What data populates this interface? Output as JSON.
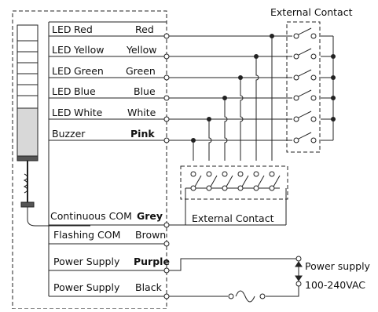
{
  "header": {
    "external_contact_top": "External Contact"
  },
  "rows": [
    {
      "left": "LED",
      "left2": "Red",
      "wire": "Red"
    },
    {
      "left": "LED",
      "left2": "Yellow",
      "wire": "Yellow"
    },
    {
      "left": "LED",
      "left2": "Green",
      "wire": "Green"
    },
    {
      "left": "LED",
      "left2": "Blue",
      "wire": "Blue"
    },
    {
      "left": "LED",
      "left2": "White",
      "wire": "White"
    },
    {
      "left": "Buzzer",
      "left2": "",
      "wire": "Pink"
    }
  ],
  "com_rows": [
    {
      "label": "Continuous COM",
      "wire": "Grey"
    },
    {
      "label": "Flashing COM",
      "wire": "Brown"
    },
    {
      "label": "Power Supply",
      "wire": "Purple"
    },
    {
      "label": "Power Supply",
      "wire": "Black"
    }
  ],
  "external_contact_bottom": "External Contact",
  "power": {
    "label": "Power supply",
    "voltage": "100-240VAC"
  }
}
